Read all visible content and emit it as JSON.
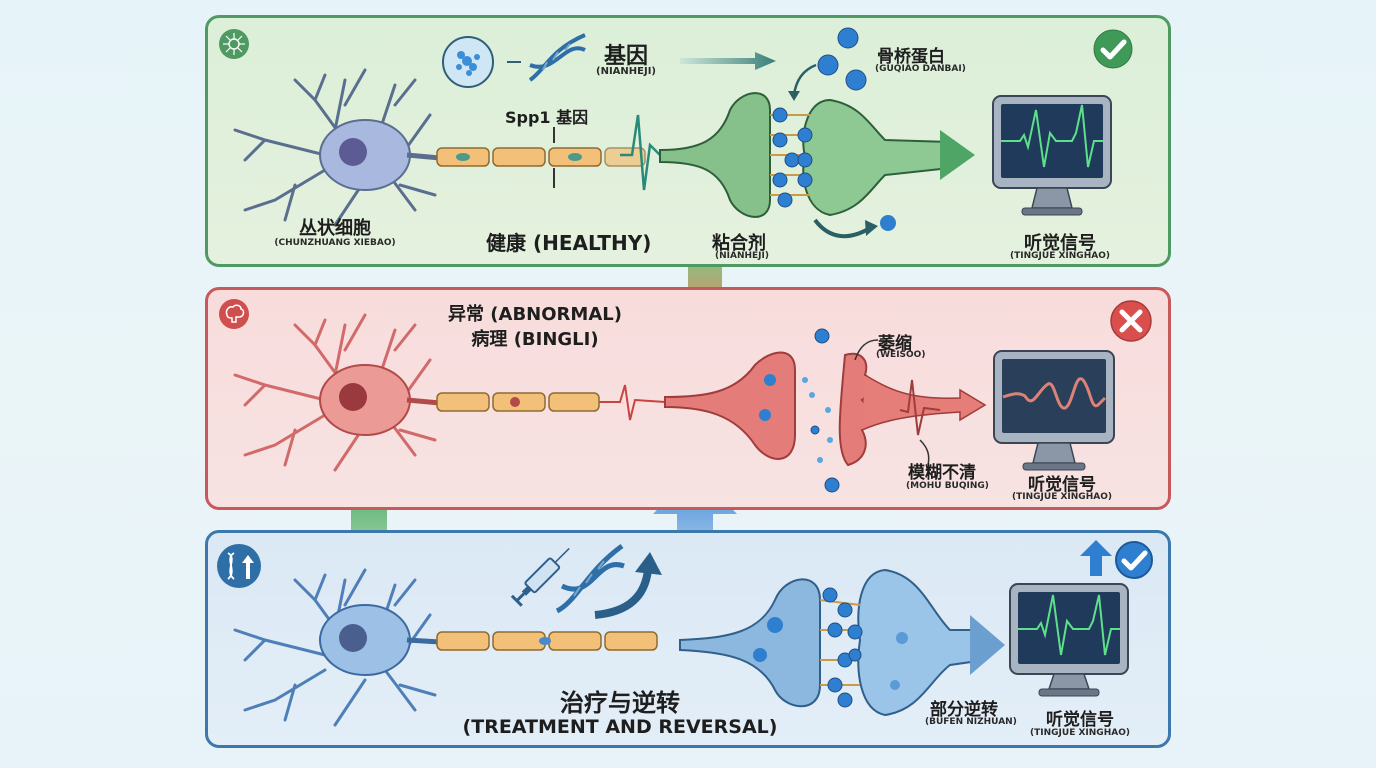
{
  "colors": {
    "healthy": "#4f9a62",
    "abnormal": "#c8595b",
    "treatment": "#3c77ad",
    "vesicle_blue": "#2f7fd0",
    "myelin": "#f2c078",
    "monitor_green": "#5de08a",
    "monitor_red": "#f08a7a"
  },
  "healthy_panel": {
    "badge_icon": "cell-network-icon",
    "status_icon": "check-icon",
    "gene_label": "基因",
    "gene_pinyin": "(NIANHEJI)",
    "spp1_label": "Spp1 基因",
    "cell_label": "丛状细胞",
    "cell_pinyin": "(CHUNZHUANG XIEBAO)",
    "healthy_label": "健康 (HEALTHY)",
    "protein_label": "骨桥蛋白",
    "protein_pinyin": "(GUQIAO DANBAI)",
    "adhesive_label": "粘合剂",
    "adhesive_pinyin": "(NIANHEJI)",
    "signal_label": "听觉信号",
    "signal_pinyin": "(TINGJUE XINGHAO)"
  },
  "abnormal_panel": {
    "badge_icon": "brain-icon",
    "status_icon": "x-icon",
    "abnormal_label": "异常 (ABNORMAL)",
    "pathology_label": "病理 (BINGLI)",
    "atrophy_label": "萎缩",
    "atrophy_pinyin": "(WEISOO)",
    "blurry_label": "模糊不清",
    "blurry_pinyin": "(MOHU BUQING)",
    "signal_label": "听觉信号",
    "signal_pinyin": "(TINGJUE XINGHAO)"
  },
  "treatment_panel": {
    "badge_icon": "dna-up-icon",
    "status_icon": "check-icon",
    "treatment_label": "治疗与逆转",
    "treatment_english": "(TREATMENT AND REVERSAL)",
    "partial_label": "部分逆转",
    "partial_pinyin": "(BUFEN NIZHUAN)",
    "signal_label": "听觉信号",
    "signal_pinyin": "(TINGJUE XINGHAO)"
  }
}
